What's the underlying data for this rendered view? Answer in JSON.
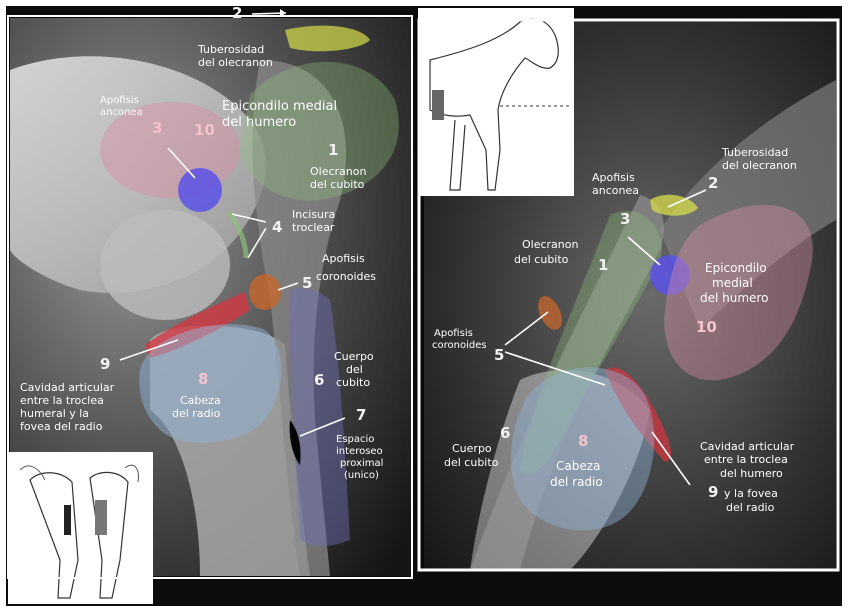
{
  "colors": {
    "olecranon_tuberosity": "#d7dd4a",
    "anconeal_process": "#5a52e8",
    "coronoid_process": "#c8662c",
    "articular_cavity": "#d8343f",
    "radial_head": "#8fb2d6",
    "ulna_body": "#6e70b8",
    "medial_epicondyle": "#d98fa4",
    "olecranon_ulna": "#8dbf79"
  },
  "left": {
    "labels": {
      "n2": "2",
      "tuberosity_1": "Tuberosidad",
      "tuberosity_2": "del olecranon",
      "apofisis_1": "Apofisis",
      "apofisis_2": "anconea",
      "n3": "3",
      "n10": "10",
      "epicondilo_1": "Epicondilo medial",
      "epicondilo_2": "del humero",
      "n1": "1",
      "olecranon_1": "Olecranon",
      "olecranon_2": "del cubito",
      "n4": "4",
      "incisura_1": "Incisura",
      "incisura_2": "troclear",
      "n5": "5",
      "coronoides_1": "Apofisis",
      "coronoides_2": "coronoides",
      "n9": "9",
      "cavidad_1": "Cavidad articular",
      "cavidad_2": "entre la troclea",
      "cavidad_3": "humeral y la",
      "cavidad_4": "fovea del radio",
      "n8": "8",
      "cabeza_1": "Cabeza",
      "cabeza_2": "del radio",
      "cuerpo_1": "Cuerpo",
      "cuerpo_2": "del",
      "cuerpo_3": "cubito",
      "n6": "6",
      "n7": "7",
      "espacio_1": "Espacio",
      "espacio_2": "interoseo",
      "espacio_3": "proximal",
      "espacio_4": "(unico)"
    }
  },
  "right": {
    "labels": {
      "tuberosity_1": "Tuberosidad",
      "tuberosity_2": "del olecranon",
      "n2": "2",
      "apofisis_1": "Apofisis",
      "apofisis_2": "anconea",
      "n3": "3",
      "olecranon_1": "Olecranon",
      "olecranon_2": "del cubito",
      "n1": "1",
      "epicondilo_1": "Epicondilo",
      "epicondilo_2": "medial",
      "epicondilo_3": "del humero",
      "n10": "10",
      "coronoides_1": "Apofisis",
      "coronoides_2": "coronoides",
      "n5": "5",
      "n6": "6",
      "cuerpo_1": "Cuerpo",
      "cuerpo_2": "del cubito",
      "n8": "8",
      "cabeza_1": "Cabeza",
      "cabeza_2": "del radio",
      "cavidad_1": "Cavidad articular",
      "cavidad_2": "entre la troclea",
      "cavidad_3": "del humero",
      "n9": "9",
      "cavidad_4": "y la fovea",
      "cavidad_5": "del radio"
    }
  }
}
